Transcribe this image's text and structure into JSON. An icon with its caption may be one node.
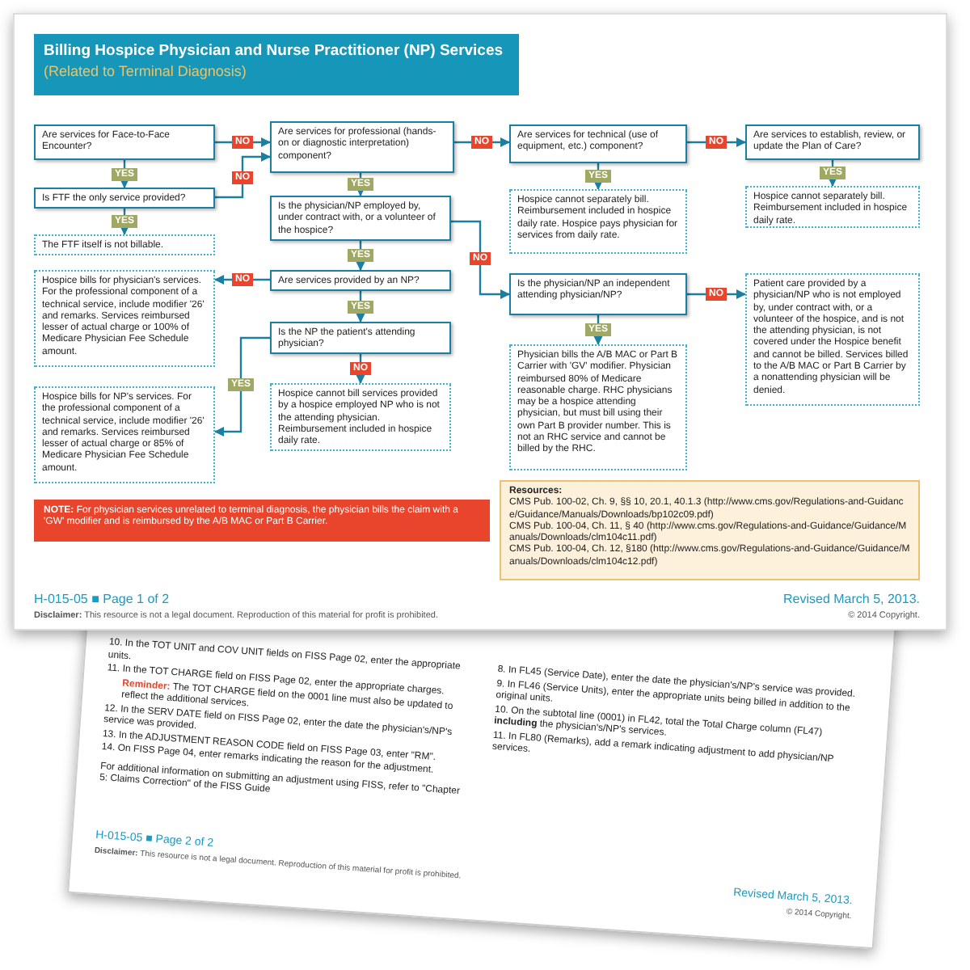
{
  "diagram": {
    "title": "Billing Hospice Physician and Nurse Practitioner (NP) Services",
    "nodes": [
      {
        "text": [
          "Are services for Face-to-Face Encounter?"
        ]
      },
      {
        "text": [
          "Are services for professional (hands-on or diagnostic interpretation) component?"
        ]
      },
      {
        "text": [
          "Are services for technical (use of equipment, etc.) component?"
        ]
      },
      {
        "text": [
          "Are services to establish, review, or update the Plan of Care?"
        ]
      },
      {
        "text": [
          "Is FTF the only service provided?"
        ]
      },
      {
        "text": [
          "Hospice cannot separately bill. Reimbursement included in hospice daily rate. Hospice pays physician for services from daily rate."
        ]
      },
      {
        "text": [
          "Hospice cannot separately bill. Reimbursement included in hospice daily rate."
        ]
      },
      {
        "text": [
          "The FTF itself is not billable."
        ]
      },
      {
        "text": [
          "Is the physician/NP employed by, under contract with, or a volunteer of the hospice?"
        ]
      },
      {
        "text": [
          "Are services provided by an NP?"
        ]
      },
      {
        "text": [
          "Hospice bills for physician's services. For the professional component of a technical service, include modifier '26' and remarks. Services reimbursed lesser of actual charge or 100% of Medicare Physician Fee Schedule amount."
        ]
      },
      {
        "text": [
          "Is the physician/NP an independent attending physician/NP?"
        ]
      },
      {
        "text": [
          "Patient care provided by a physician/NP who is not employed by, under contract with, or a volunteer of the hospice, and is not the attending physician, is not covered under the Hospice benefit and cannot be billed. Services billed to the A/B MAC or Part B Carrier by a nonattending physician will be denied."
        ]
      },
      {
        "text": [
          "Is the NP the patient's attending physician?"
        ]
      },
      {
        "text": [
          "Hospice cannot bill services provided by a hospice employed NP who is not the attending physician. Reimbursement included in hospice daily rate."
        ]
      },
      {
        "text": [
          "Physician bills the A/B MAC or Part B Carrier with 'GV' modifier. Physician reimbursed 80% of Medicare reasonable charge. RHC physicians may be a hospice attending physician, but must bill using their own Part B provider number. This is not an RHC service and cannot be billed by the RHC."
        ]
      },
      {
        "text": [
          "Hospice bills for NP's services. For the professional component of a technical service, include modifier '26' and remarks. Services reimbursed lesser of actual charge or 85% of Medicare Physician Fee Schedule amount."
        ]
      },
      {
        "text": [
          "**NOTE:** For physician services unrelated to terminal diagnosis, the physician bills the claim with a 'GW' modifier and is reimbursed by the A/B MAC or Part B Carrier."
        ]
      },
      {
        "text": [
          "Resources:",
          "CMS Pub. 100-02, Ch. 9, §§ 10, 20.1, 40.1.3 (http://www.cms.gov/Regulations-and-Guidance/Guidance/Manuals/Downloads/bp102c09.pdf)",
          "CMS Pub. 100-04, Ch. 11, § 40 (http://www.cms.gov/Regulations-and-Guidance/Guidance/Manuals/Downloads/clm104c11.pdf)",
          "CMS Pub. 100-04, Ch. 12, §180 (http://www.cms.gov/Regulations-and-Guidance/Guidance/Manuals/Downloads/clm104c12.pdf)"
        ]
      }
    ],
    "edges": [
      {
        "from": 0,
        "to": 1,
        "arrow": "to",
        "label": "NO"
      },
      {
        "from": 0,
        "to": 4,
        "arrow": "to",
        "label": "YES"
      },
      {
        "from": 4,
        "to": 1,
        "arrow": "to",
        "label": "NO"
      },
      {
        "from": 4,
        "to": 7,
        "arrow": "to",
        "label": "YES"
      },
      {
        "from": 1,
        "to": 2,
        "arrow": "to",
        "label": "NO"
      },
      {
        "from": 1,
        "to": 8,
        "arrow": "to",
        "label": "YES"
      },
      {
        "from": 2,
        "to": 3,
        "arrow": "to",
        "label": "NO"
      },
      {
        "from": 2,
        "to": 5,
        "arrow": "to",
        "label": "YES"
      },
      {
        "from": 3,
        "to": 6,
        "arrow": "to",
        "label": "YES"
      },
      {
        "from": 8,
        "to": 9,
        "arrow": "to",
        "label": "YES"
      },
      {
        "from": 8,
        "to": 11,
        "arrow": "to",
        "label": "NO"
      },
      {
        "from": 9,
        "to": 10,
        "arrow": "to",
        "label": "NO"
      },
      {
        "from": 9,
        "to": 13,
        "arrow": "to",
        "label": "YES"
      },
      {
        "from": 13,
        "to": 14,
        "arrow": "to",
        "label": "NO"
      },
      {
        "from": 13,
        "to": 16,
        "arrow": "to",
        "label": "YES"
      },
      {
        "from": 11,
        "to": 12,
        "arrow": "to",
        "label": "NO"
      },
      {
        "from": 11,
        "to": 15,
        "arrow": "to",
        "label": "YES"
      }
    ],
    "labels": [
      "(Related to Terminal Diagnosis)",
      "H-015-05 ■ Page 1 of 2",
      "**Disclaimer:** This resource is not a legal document. Reproduction of this material for profit is prohibited.",
      "Revised March 5, 2013.",
      "© 2014 Copyright.",
      "10. In the TOT UNIT and COV UNIT fields on FISS Page 02, enter the appropriate units.",
      "11. In the TOT CHARGE field on FISS Page 02, enter the appropriate charges.",
      "**Reminder:** The TOT CHARGE field on the 0001 line must also be updated to reflect the additional services.",
      "12. In the SERV DATE field on FISS Page 02, enter the date the physician's/NP's service was provided.",
      "13. In the ADJUSTMENT REASON CODE field on FISS Page 03, enter \"RM\".",
      "14. On FISS Page 04, enter remarks indicating the reason for the adjustment.",
      "For additional information on submitting an adjustment using FISS, refer to \"Chapter 5: Claims Correction\" of the FISS Guide",
      "8. In FL45 (Service Date), enter the date the physician's/NP's service was provided.",
      "9. In FL46 (Service Units), enter the appropriate units being billed in addition to the original units.",
      "10. On the subtotal line (0001) in FL42, total the Total Charge column (FL47) **including** the physician's/NP's services.",
      "11. In FL80 (Remarks), add a remark indicating adjustment to add physician/NP services.",
      "H-015-05 ■ Page 2 of 2",
      "**Disclaimer:** This resource is not a legal document. Reproduction of this material for profit is prohibited.",
      "Revised March 5, 2013.",
      "© 2014 Copyright."
    ]
  }
}
